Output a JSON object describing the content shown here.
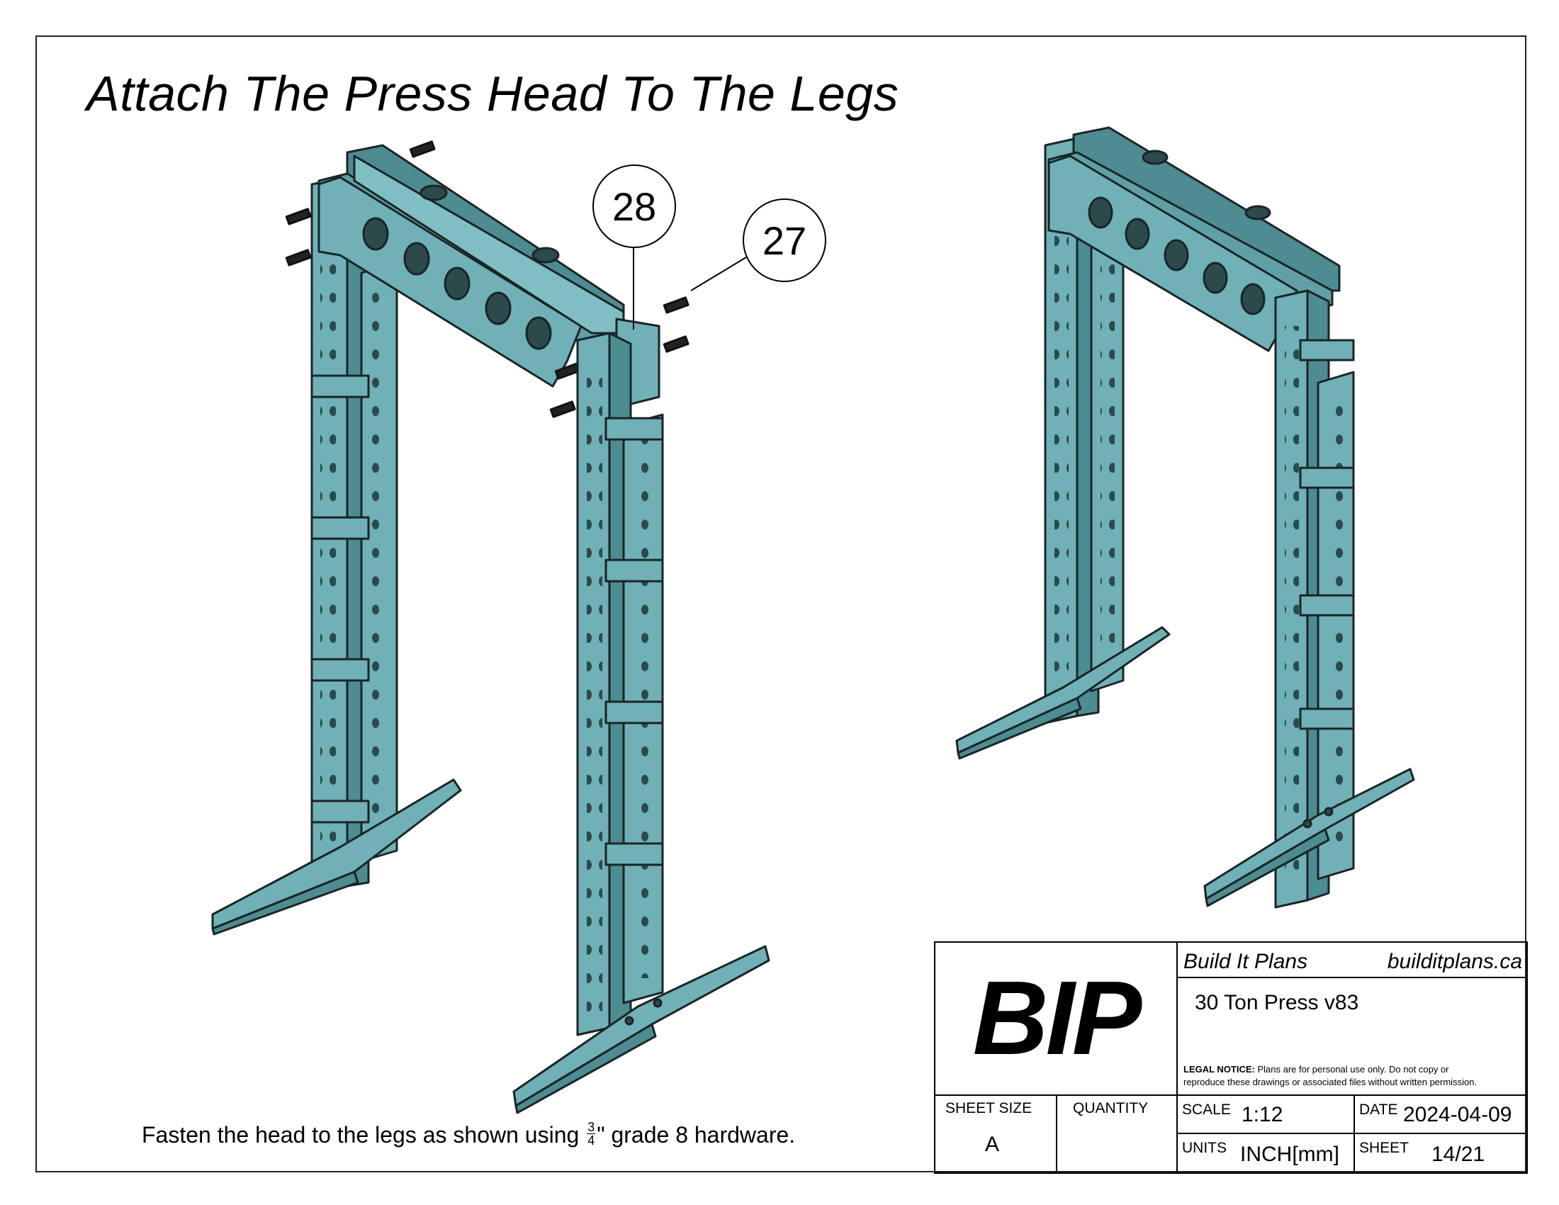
{
  "title": "Attach The Press Head To The Legs",
  "instruction": {
    "before": "Fasten the head to the legs as shown using ",
    "fraction_numerator": "3",
    "fraction_denominator": "4",
    "after": "\" grade 8 hardware."
  },
  "callouts": [
    "28",
    "27"
  ],
  "title_block": {
    "logo": "BIP",
    "company": "Build It Plans",
    "website": "builditplans.ca",
    "project": "30 Ton Press v83",
    "legal_label": "LEGAL NOTICE:",
    "legal_text_line1": " Plans are for personal use only. Do not copy or",
    "legal_text_line2": "reproduce these drawings or associated files without written permission.",
    "sheet_size_label": "SHEET SIZE",
    "sheet_size": "A",
    "quantity_label": "QUANTITY",
    "quantity": "",
    "scale_label": "SCALE",
    "scale": "1:12",
    "date_label": "DATE",
    "date": "2024-04-09",
    "units_label": "UNITS",
    "units": "INCH[mm]",
    "sheet_label": "SHEET",
    "sheet": "14/21"
  },
  "colors": {
    "steel": "#6fb1b6",
    "steel_dark": "#4d8c91",
    "outline": "#1b2426"
  }
}
